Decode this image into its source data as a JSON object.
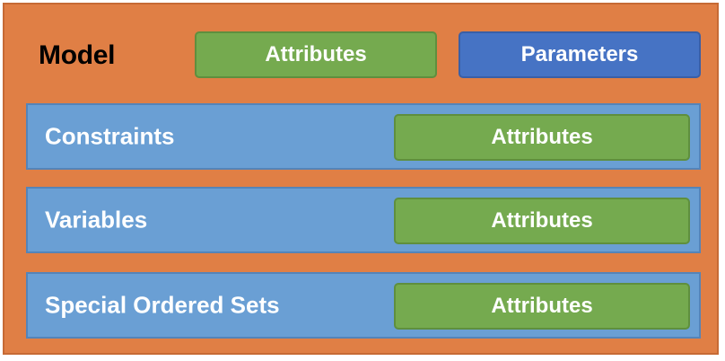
{
  "model": {
    "title": "Model",
    "attributes_label": "Attributes",
    "parameters_label": "Parameters"
  },
  "sections": [
    {
      "label": "Constraints",
      "attributes_label": "Attributes"
    },
    {
      "label": "Variables",
      "attributes_label": "Attributes"
    },
    {
      "label": "Special Ordered Sets",
      "attributes_label": "Attributes"
    }
  ],
  "colors": {
    "model_fill": "#e07f45",
    "section_fill": "#6a9fd4",
    "attributes_fill": "#75aa4f",
    "parameters_fill": "#4673c4"
  }
}
